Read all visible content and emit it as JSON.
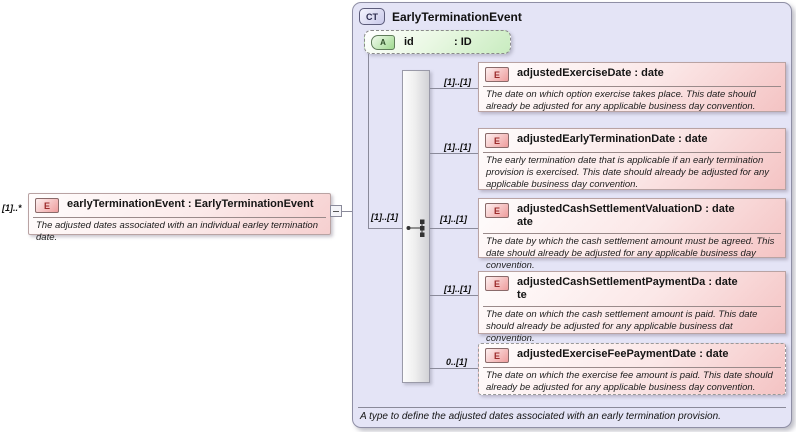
{
  "complex_type": {
    "badge": "CT",
    "title": "EarlyTerminationEvent",
    "annotation": "A type to define the adjusted dates associated with an early termination provision."
  },
  "attribute": {
    "badge": "A",
    "name": "id",
    "type": ": ID"
  },
  "root_element": {
    "badge": "E",
    "cardinality": "[1]..*",
    "title": "earlyTerminationEvent : EarlyTerminationEvent",
    "description": "The adjusted dates associated with an individual earley termination date."
  },
  "sequence": {
    "icon": "sequence-icon",
    "cardinality": "[1]..[1]"
  },
  "elements": [
    {
      "badge": "E",
      "cardinality": "[1]..[1]",
      "title": "adjustedExerciseDate : date",
      "title_overflow": "",
      "description": "The date on which option exercise takes place. This date should already be adjusted for any applicable business day convention."
    },
    {
      "badge": "E",
      "cardinality": "[1]..[1]",
      "title": "adjustedEarlyTerminationDate : date",
      "title_overflow": "",
      "description": "The early termination date that is applicable if an early termination provision is exercised. This date should already be adjusted for any applicable business day convention."
    },
    {
      "badge": "E",
      "cardinality": "[1]..[1]",
      "title": "adjustedCashSettlementValuationD : date",
      "title_overflow": "ate",
      "description": "The date by which the cash settlement amount must be agreed. This date should already be adjusted for any applicable business day convention."
    },
    {
      "badge": "E",
      "cardinality": "[1]..[1]",
      "title": "adjustedCashSettlementPaymentDa : date",
      "title_overflow": "te",
      "description": "The date on which the cash settlement amount is paid. This date should already be adjusted for any applicable business dat convention."
    },
    {
      "badge": "E",
      "cardinality": "0..[1]",
      "title": "adjustedExerciseFeePaymentDate : date",
      "title_overflow": "",
      "description": "The date on which the exercise fee amount is paid. This date should already be adjusted for any applicable business day convention."
    }
  ]
}
